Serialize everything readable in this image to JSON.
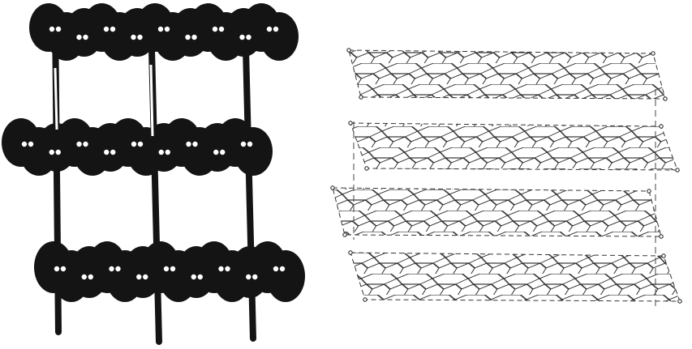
{
  "figure": {
    "ink_color": "#141414",
    "paper_color": "#ffffff",
    "left_panel": {
      "icon": "space-filling-graphite-model",
      "layer_count": 3,
      "rod_count": 3
    },
    "right_panel": {
      "icon": "hexagonal-lattice-sheet",
      "layer_count": 4
    }
  }
}
